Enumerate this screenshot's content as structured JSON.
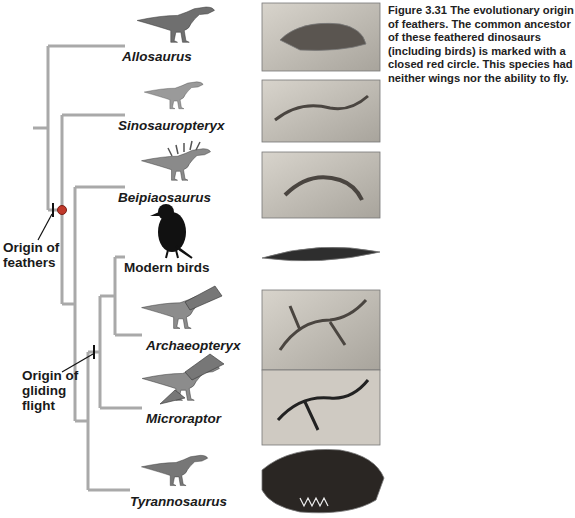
{
  "diagram": {
    "caption": "Figure 3.31 The evolutionary origin of feathers. The common ancestor of these feathered dinosaurs (including birds) is marked with a closed red circle. This species had neither wings nor the ability to fly.",
    "labels": [
      "Allosaurus",
      "Sinosauropteryx",
      "Beipiaosaurus",
      "Origin of feathers",
      "Modern birds",
      "Archaeopteryx",
      "Origin of gliding flight",
      "Microraptor",
      "Tyrannosaurus"
    ]
  }
}
